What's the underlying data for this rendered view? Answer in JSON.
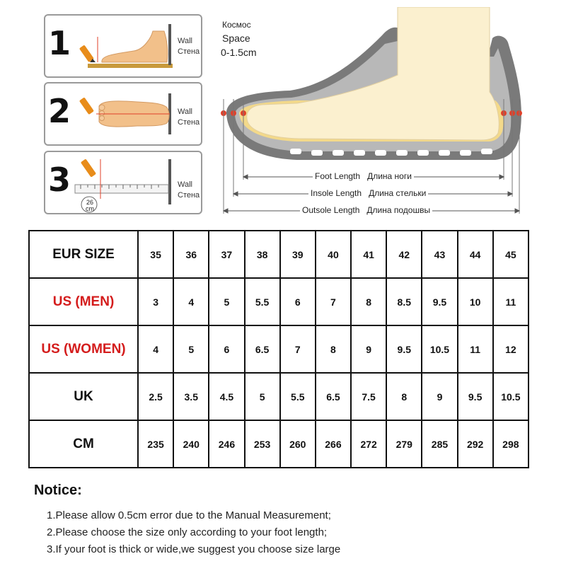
{
  "steps": [
    {
      "number": "1",
      "wall_en": "Wall",
      "wall_ru": "Стена"
    },
    {
      "number": "2",
      "wall_en": "Wall",
      "wall_ru": "Стена"
    },
    {
      "number": "3",
      "wall_en": "Wall",
      "wall_ru": "Стена",
      "ruler_reading": "26 cm"
    }
  ],
  "diagram": {
    "space_ru": "Космос",
    "space_en": "Space",
    "space_range": "0-1.5cm",
    "foot_length": {
      "en": "Foot Length",
      "ru": "Длина ноги"
    },
    "insole_length": {
      "en": "Insole Length",
      "ru": "Длина стельки"
    },
    "outsole_length": {
      "en": "Outsole Length",
      "ru": "Длина подошвы"
    }
  },
  "size_table": {
    "rows": [
      {
        "label": "EUR SIZE",
        "color": "#111111",
        "values": [
          "35",
          "36",
          "37",
          "38",
          "39",
          "40",
          "41",
          "42",
          "43",
          "44",
          "45"
        ]
      },
      {
        "label": "US (MEN)",
        "color": "#d41c1c",
        "values": [
          "3",
          "4",
          "5",
          "5.5",
          "6",
          "7",
          "8",
          "8.5",
          "9.5",
          "10",
          "11"
        ]
      },
      {
        "label": "US (WOMEN)",
        "color": "#d41c1c",
        "values": [
          "4",
          "5",
          "6",
          "6.5",
          "7",
          "8",
          "9",
          "9.5",
          "10.5",
          "11",
          "12"
        ]
      },
      {
        "label": "UK",
        "color": "#111111",
        "values": [
          "2.5",
          "3.5",
          "4.5",
          "5",
          "5.5",
          "6.5",
          "7.5",
          "8",
          "9",
          "9.5",
          "10.5"
        ]
      },
      {
        "label": "CM",
        "color": "#111111",
        "values": [
          "235",
          "240",
          "246",
          "253",
          "260",
          "266",
          "272",
          "279",
          "285",
          "292",
          "298"
        ]
      }
    ]
  },
  "notice": {
    "title": "Notice:",
    "lines": [
      "1.Please allow 0.5cm error due to the Manual Measurement;",
      "2.Please choose the size only according to your foot length;",
      "3.If your foot is thick or wide,we suggest  you  choose size large"
    ]
  }
}
